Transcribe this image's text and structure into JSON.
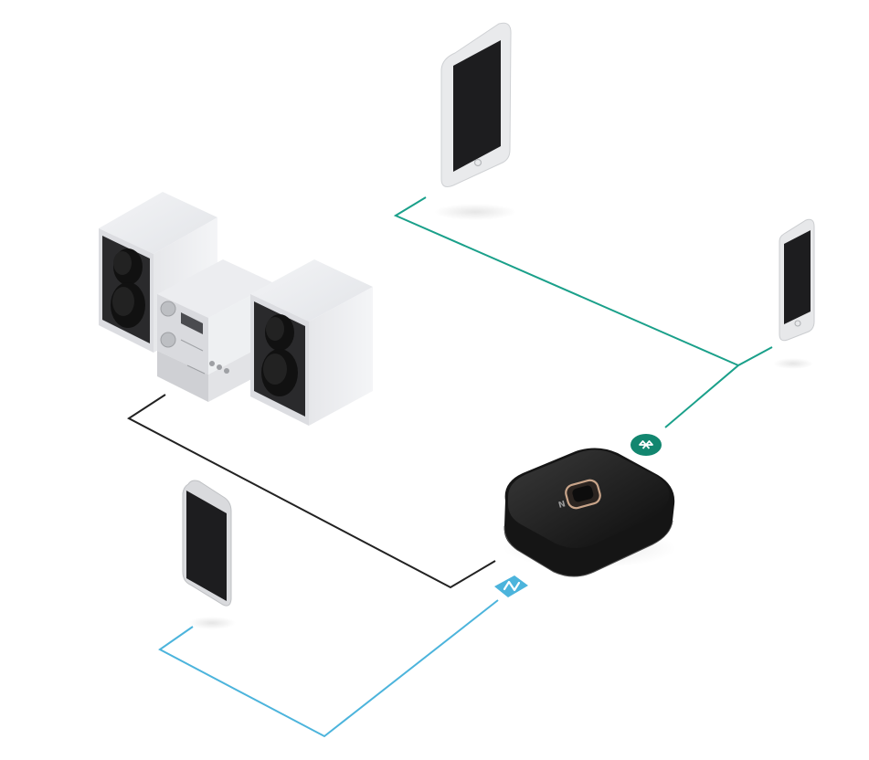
{
  "diagram": {
    "nodes": [
      {
        "id": "tablet",
        "kind": "tablet-device"
      },
      {
        "id": "phone-right",
        "kind": "smartphone-device"
      },
      {
        "id": "stereo",
        "kind": "hifi-stereo-system"
      },
      {
        "id": "phone-left",
        "kind": "smartphone-device"
      },
      {
        "id": "receiver",
        "kind": "bluetooth-receiver-hub",
        "button_label": "N"
      }
    ],
    "connections": [
      {
        "from": "tablet",
        "to": "receiver",
        "kind": "bluetooth",
        "color": "#1aa08a"
      },
      {
        "from": "phone-right",
        "to": "receiver",
        "kind": "bluetooth",
        "color": "#1aa08a"
      },
      {
        "from": "stereo",
        "to": "receiver",
        "kind": "wired-audio",
        "color": "#222222"
      },
      {
        "from": "phone-left",
        "to": "receiver",
        "kind": "nfc",
        "color": "#4cb4dc"
      }
    ],
    "badges": {
      "bluetooth": {
        "icon": "bluetooth-icon",
        "color": "#12866f"
      },
      "nfc": {
        "icon": "nfc-icon",
        "color": "#4cb4dc"
      }
    }
  }
}
